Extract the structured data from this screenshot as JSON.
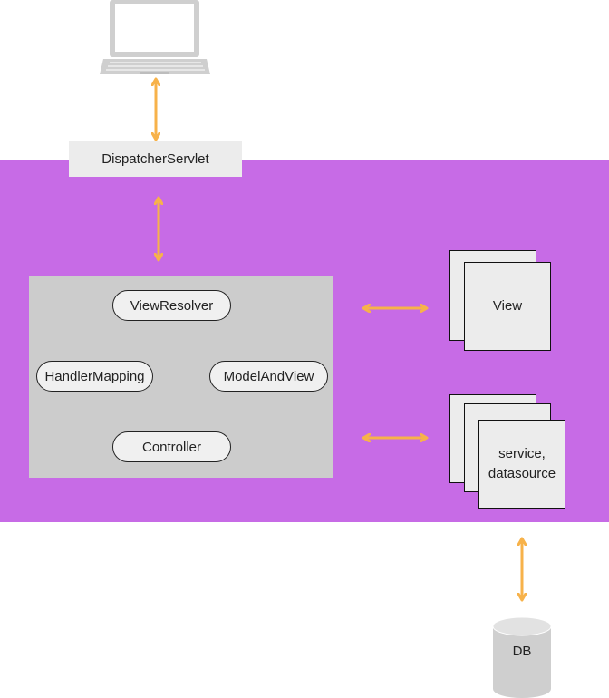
{
  "colors": {
    "band": "#c76be6",
    "arrow": "#f7b24a",
    "container": "#cccccc",
    "card": "#ececec",
    "laptop": "#cfcfcf",
    "db": "#cfcfcf"
  },
  "icons": {
    "client": "laptop-icon",
    "db": "database-icon"
  },
  "nodes": {
    "dispatcher": "DispatcherServlet",
    "view_resolver": "ViewResolver",
    "handler_mapping": "HandlerMapping",
    "model_and_view": "ModelAndView",
    "controller": "Controller",
    "view": "View",
    "service_line1": "service,",
    "service_line2": "datasource",
    "db": "DB"
  }
}
